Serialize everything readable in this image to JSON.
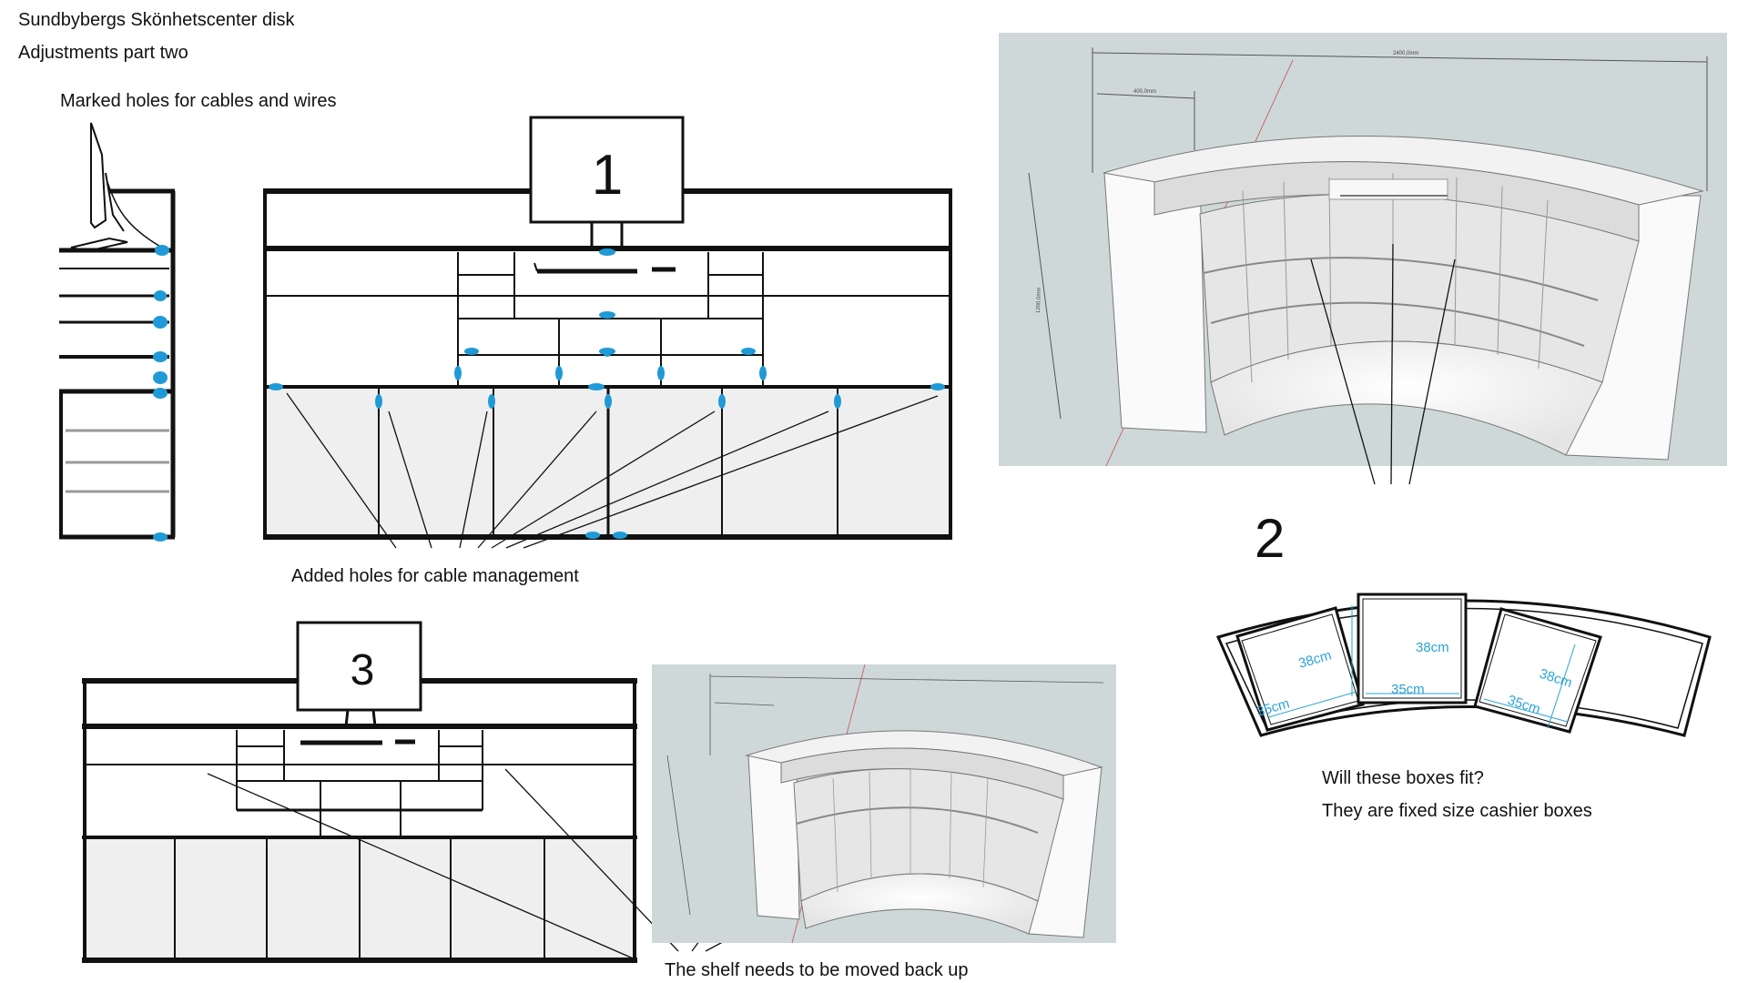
{
  "header": {
    "title": "Sundbybergs Skönhetscenter disk",
    "subtitle": "Adjustments part two"
  },
  "labels": {
    "marked_holes": "Marked holes for cables and wires",
    "added_holes": "Added  holes for cable management",
    "shelf_note": "The shelf needs to be moved back up",
    "boxes_question": "Will these boxes fit?",
    "boxes_note": "They are fixed size cashier boxes"
  },
  "section_numbers": {
    "one": "1",
    "two": "2",
    "three": "3"
  },
  "box_dims": {
    "height": "38cm",
    "width": "35cm"
  },
  "render_dims": {
    "top_width": "2400,0mm",
    "top_depth": "400,0mm",
    "height": "1200,0mm"
  },
  "colors": {
    "hole_marker": "#1f9ad6",
    "dimension_text": "#2aa3d8",
    "render_background": "#cfd8d8",
    "panel_fill": "#efefef",
    "ink": "#111111"
  }
}
